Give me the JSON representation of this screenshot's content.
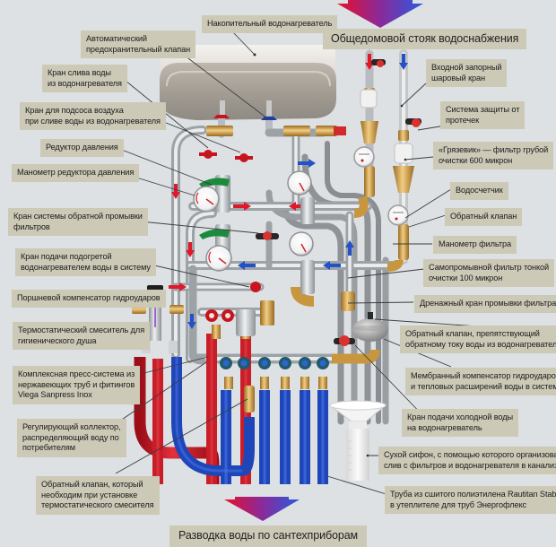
{
  "diagram": {
    "title_top": "Общедомовой стояк водоснабжения",
    "title_bottom": "Разводка воды по сантехприборам",
    "colors": {
      "background": "#dde1e3",
      "label_background": "#ccc9b7",
      "hot": "#e0182a",
      "cold": "#2251c8",
      "brass": "#c8963e",
      "steel": "#b8bcc0"
    },
    "flow_arrows": [
      {
        "name": "riser-inlet-arrow",
        "direction": "down",
        "gradient": [
          "#e0182a",
          "#2a55d8"
        ]
      },
      {
        "name": "distribution-outlet-arrow",
        "direction": "down",
        "gradient": [
          "#e0182a",
          "#2a55d8"
        ]
      }
    ],
    "labels": [
      {
        "id": "accumulating-water-heater",
        "lines": [
          "Накопительный водонагреватель"
        ]
      },
      {
        "id": "automatic-safety-valve",
        "lines": [
          "Автоматический",
          "предохранительный клапан"
        ]
      },
      {
        "id": "heater-drain-valve",
        "lines": [
          "Кран слива воды",
          "из водонагревателя"
        ]
      },
      {
        "id": "air-intake-valve",
        "lines": [
          "Кран для подсоса воздуха",
          "при сливе воды из водонагревателя"
        ]
      },
      {
        "id": "pressure-reducer",
        "lines": [
          "Редуктор давления"
        ]
      },
      {
        "id": "reducer-pressure-gauge",
        "lines": [
          "Манометр редуктора давления"
        ]
      },
      {
        "id": "backwash-valve",
        "lines": [
          "Кран системы обратной промывки",
          "фильтров"
        ]
      },
      {
        "id": "heated-water-supply-valve",
        "lines": [
          "Кран подачи подогретой",
          "водонагревателем воды в систему"
        ]
      },
      {
        "id": "piston-water-hammer-arrester",
        "lines": [
          "Поршневой компенсатор гидроударов"
        ]
      },
      {
        "id": "thermostatic-mixer",
        "lines": [
          "Термостатический смеситель для",
          "гигиенического душа"
        ]
      },
      {
        "id": "press-system",
        "lines": [
          "Комплексная пресс-система из",
          "нержавеющих труб и фитингов",
          "Viega Sanpress Inox"
        ]
      },
      {
        "id": "regulating-manifold",
        "lines": [
          "Регулирующий коллектор,",
          "распределяющий воду по",
          "потребителям"
        ]
      },
      {
        "id": "mixer-check-valve",
        "lines": [
          "Обратный клапан, который",
          "необходим при установке",
          "термостатического смесителя"
        ]
      },
      {
        "id": "inlet-ball-valve",
        "lines": [
          "Входной запорный",
          "шаровый кран"
        ]
      },
      {
        "id": "leak-protection-system",
        "lines": [
          "Система защиты от",
          "протечек"
        ]
      },
      {
        "id": "coarse-filter",
        "lines": [
          "«Грязевик» — фильтр грубой",
          "очистки 600 микрон"
        ]
      },
      {
        "id": "water-meter",
        "lines": [
          "Водосчетчик"
        ]
      },
      {
        "id": "check-valve",
        "lines": [
          "Обратный клапан"
        ]
      },
      {
        "id": "filter-pressure-gauge",
        "lines": [
          "Манометр фильтра"
        ]
      },
      {
        "id": "self-cleaning-filter",
        "lines": [
          "Самопромывной фильтр тонкой",
          "очистки 100 микрон"
        ]
      },
      {
        "id": "filter-drain-valve",
        "lines": [
          "Дренажный кран промывки фильтра"
        ]
      },
      {
        "id": "heater-backflow-check-valve",
        "lines": [
          "Обратный клапан, препятствующий",
          "обратному току воды из водонагревателя"
        ]
      },
      {
        "id": "membrane-expansion-vessel",
        "lines": [
          "Мембранный компенсатор гидроударов",
          "и тепловых расширений воды в системе"
        ]
      },
      {
        "id": "cold-water-heater-supply-valve",
        "lines": [
          "Кран подачи холодной воды",
          "на водонагреватель"
        ]
      },
      {
        "id": "dry-siphon",
        "lines": [
          "Сухой сифон, с помощью которого организован",
          "слив с фильтров и водонагревателя в канализацию"
        ]
      },
      {
        "id": "pex-pipe",
        "lines": [
          "Труба из сшитого полиэтилена Rautitan Stabil",
          "в утеплителе для труб Энергофлекс"
        ]
      }
    ]
  }
}
